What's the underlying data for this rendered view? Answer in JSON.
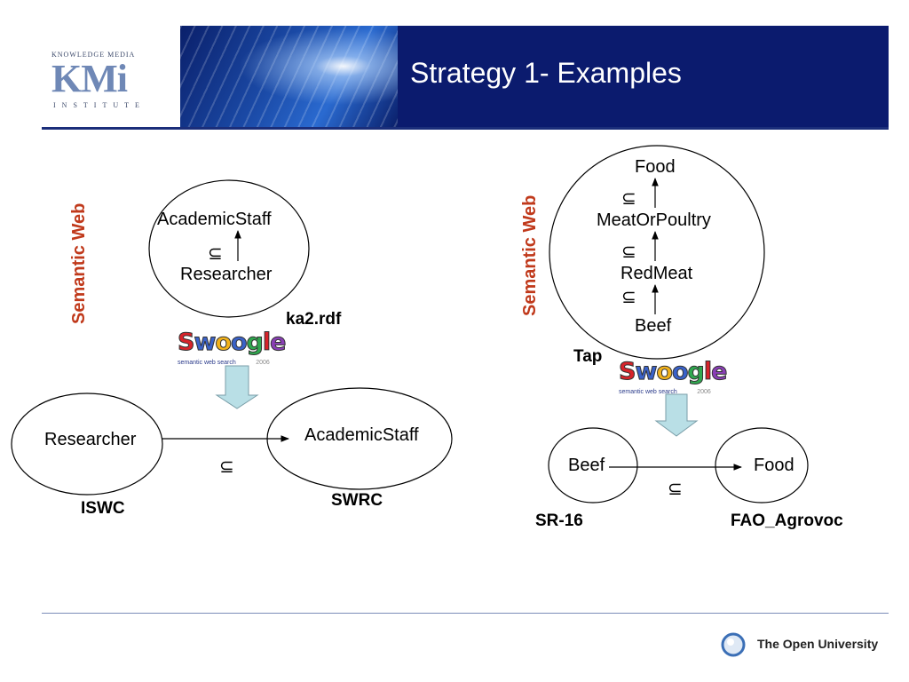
{
  "header": {
    "title": "Strategy 1- Examples",
    "logo_top": "KNOWLEDGE MEDIA",
    "logo_mark": "KMi",
    "logo_bottom": "INSTITUTE"
  },
  "subset_symbol": "⊆",
  "left": {
    "domain_label": "Semantic Web",
    "top_upper": "AcademicStaff",
    "top_lower": "Researcher",
    "source_file": "ka2.rdf",
    "mapping_source": "Researcher",
    "mapping_target": "AcademicStaff",
    "source_ontology": "ISWC",
    "target_ontology": "SWRC"
  },
  "right": {
    "domain_label": "Semantic Web",
    "chain": [
      "Food",
      "MeatOrPoultry",
      "RedMeat",
      "Beef"
    ],
    "source_file": "Tap",
    "mapping_source": "Beef",
    "mapping_target": "Food",
    "source_ontology": "SR-16",
    "target_ontology": "FAO_Agrovoc"
  },
  "swoogle": {
    "letters": [
      "S",
      "w",
      "o",
      "o",
      "g",
      "l",
      "e"
    ],
    "letter_colors": [
      "#d8232a",
      "#3a62c9",
      "#f2b21b",
      "#3a62c9",
      "#2fa84f",
      "#d8232a",
      "#8a3fb6"
    ],
    "subtitle": "semantic web search",
    "year": "2006"
  },
  "footer": {
    "org": "The Open University"
  },
  "colors": {
    "header_bg": "#0b1b6e",
    "accent": "#c0391b",
    "arrow_fill": "#b9dfe6"
  }
}
